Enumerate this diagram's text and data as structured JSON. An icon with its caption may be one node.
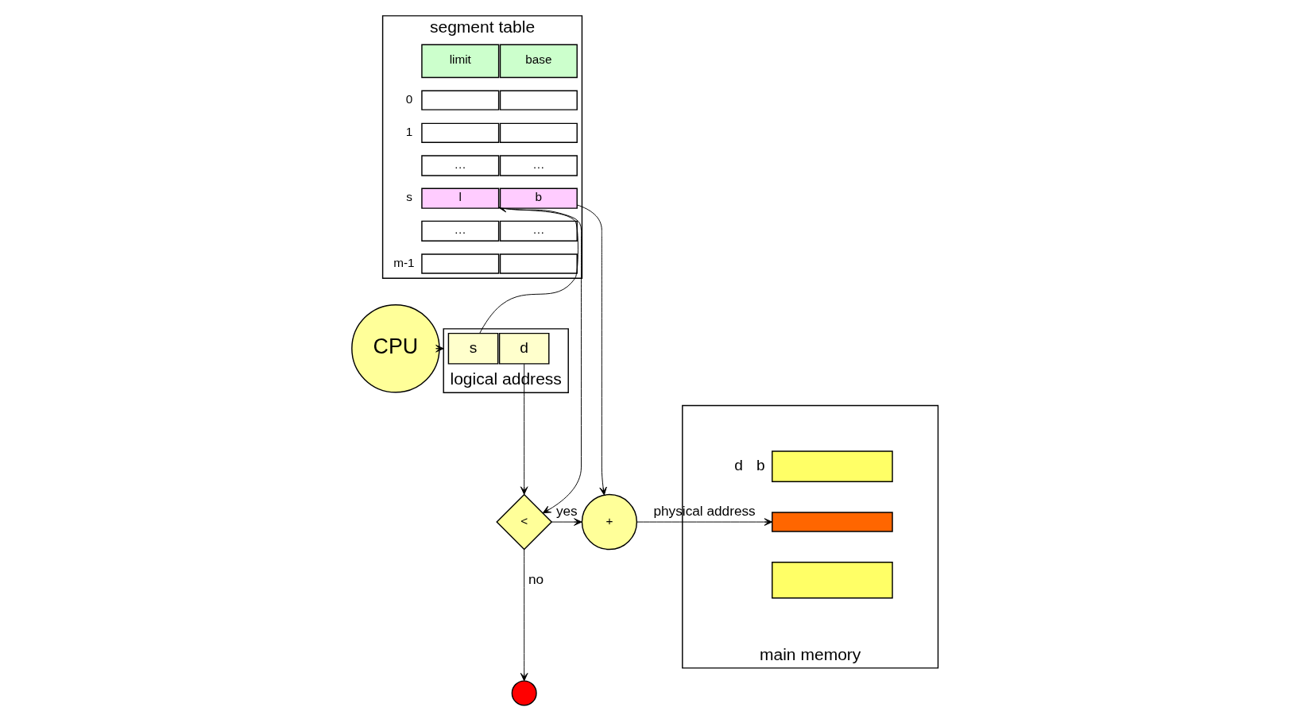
{
  "diagram": {
    "nodes": [
      {
        "text": [
          "CPU"
        ]
      },
      {
        "text": [
          "logical address"
        ]
      },
      {
        "text": [
          "s"
        ],
        "in": 1
      },
      {
        "text": [
          "d"
        ],
        "in": 1
      },
      {
        "text": [
          "segment table"
        ]
      },
      {
        "text": [
          "limit"
        ],
        "in": 4
      },
      {
        "text": [
          "base"
        ],
        "in": 4
      },
      {
        "text": [],
        "shape": "box",
        "in": 4
      },
      {
        "text": [],
        "shape": "box",
        "in": 4
      },
      {
        "text": [],
        "shape": "box",
        "in": 4
      },
      {
        "text": [],
        "shape": "box",
        "in": 4
      },
      {
        "text": [
          "…"
        ],
        "in": 4
      },
      {
        "text": [
          "…"
        ],
        "in": 4
      },
      {
        "text": [
          "l"
        ],
        "in": 4
      },
      {
        "text": [
          "b"
        ],
        "in": 4
      },
      {
        "text": [
          "…"
        ],
        "in": 4
      },
      {
        "text": [
          "…"
        ],
        "in": 4
      },
      {
        "text": [],
        "shape": "box",
        "in": 4
      },
      {
        "text": [],
        "shape": "box",
        "in": 4
      },
      {
        "text": [
          "<"
        ]
      },
      {
        "text": [
          "+"
        ]
      },
      {
        "text": [],
        "shape": "circle"
      },
      {
        "text": [
          "main memory"
        ]
      },
      {
        "text": [],
        "shape": "box",
        "in": 22
      },
      {
        "text": [],
        "shape": "box",
        "in": 22
      },
      {
        "text": [],
        "shape": "box",
        "in": 22
      }
    ],
    "edges": [
      {
        "from": 0,
        "to": 1,
        "arrow": "to"
      },
      {
        "from": 2,
        "to": 13,
        "arrow": "to"
      },
      {
        "from": 13,
        "to": 19,
        "arrow": "to"
      },
      {
        "from": 3,
        "to": 19,
        "arrow": "to"
      },
      {
        "from": 14,
        "to": 20,
        "arrow": "to"
      },
      {
        "from": 19,
        "to": 20,
        "arrow": "to",
        "label": "yes"
      },
      {
        "from": 19,
        "to": 21,
        "arrow": "to",
        "label": "no"
      },
      {
        "from": 20,
        "to": 24,
        "arrow": "to",
        "label": "physical address"
      }
    ],
    "labels": [
      "0",
      "1",
      "s",
      "m-1",
      "b",
      "d"
    ]
  }
}
